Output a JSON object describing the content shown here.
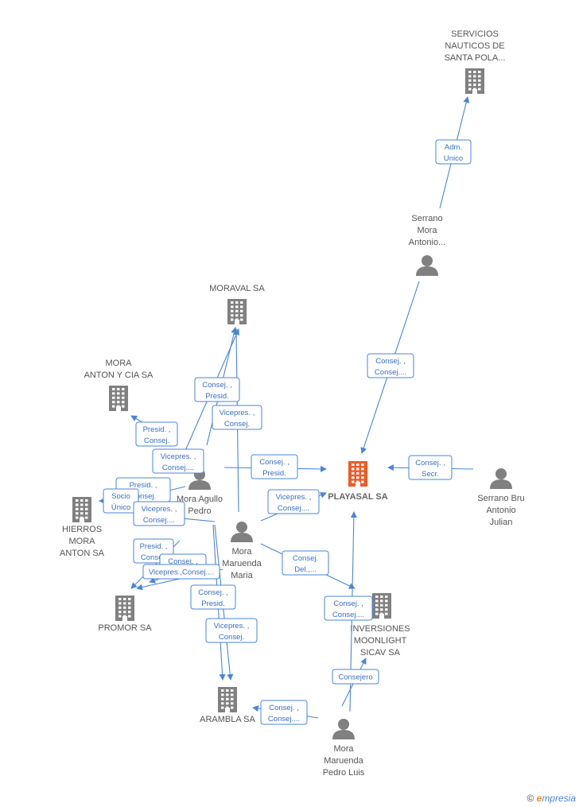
{
  "colors": {
    "edge": "#4a86d8",
    "company": "#808080",
    "main_company": "#f05a28",
    "person": "#808080"
  },
  "nodes": [
    {
      "id": "playasal",
      "type": "company",
      "main": true,
      "label": [
        "PLAYASAL SA"
      ]
    },
    {
      "id": "servicios",
      "type": "company",
      "label": [
        "SERVICIOS",
        "NAUTICOS DE",
        "SANTA POLA..."
      ]
    },
    {
      "id": "serrano_mora",
      "type": "person",
      "label": [
        "Serrano",
        "Mora",
        "Antonio..."
      ]
    },
    {
      "id": "moraval",
      "type": "company",
      "label": [
        "MORAVAL SA"
      ]
    },
    {
      "id": "mora_anton_cia",
      "type": "company",
      "label": [
        "MORA",
        "ANTON Y CIA SA"
      ]
    },
    {
      "id": "hierros",
      "type": "company",
      "label": [
        "HIERROS",
        "MORA",
        "ANTON SA"
      ]
    },
    {
      "id": "mora_agullo",
      "type": "person",
      "label": [
        "Mora Agullo",
        "Pedro"
      ]
    },
    {
      "id": "mora_maruenda_maria",
      "type": "person",
      "label": [
        "Mora",
        "Maruenda",
        "Maria"
      ]
    },
    {
      "id": "serrano_bru",
      "type": "person",
      "label": [
        "Serrano Bru",
        "Antonio",
        "Julian"
      ]
    },
    {
      "id": "promor",
      "type": "company",
      "label": [
        "PROMOR SA"
      ]
    },
    {
      "id": "inversiones",
      "type": "company",
      "label": [
        "INVERSIONES",
        "MOONLIGHT",
        "SICAV SA"
      ]
    },
    {
      "id": "arambla",
      "type": "company",
      "label": [
        "ARAMBLA SA"
      ]
    },
    {
      "id": "mora_maruenda_pedro",
      "type": "person",
      "label": [
        "Mora",
        "Maruenda",
        "Pedro Luis"
      ]
    }
  ],
  "edges": [
    {
      "label": [
        "Adm.",
        "Unico"
      ]
    },
    {
      "label": [
        "Consej. ,",
        "Consej...."
      ]
    },
    {
      "label": [
        "Consej. ,",
        "Secr."
      ]
    },
    {
      "label": [
        "Consej. ,",
        "Presid."
      ]
    },
    {
      "label": [
        "Vicepres. ,",
        "Consej...."
      ]
    },
    {
      "label": [
        "Consej. ,",
        "Presid."
      ]
    },
    {
      "label": [
        "Presid. ,",
        "Consej."
      ]
    },
    {
      "label": [
        "Vicepres. ,",
        "Consej...."
      ]
    },
    {
      "label": [
        "Presid. ,",
        "Consej."
      ]
    },
    {
      "label": [
        "Socio",
        "Único"
      ]
    },
    {
      "label": [
        "Vicepres. ,",
        "Consej...."
      ]
    },
    {
      "label": [
        "Vicepres. ,",
        "Consej."
      ]
    },
    {
      "label": [
        "Presid. ,",
        "Consej."
      ]
    },
    {
      "label": [
        "Consej. ,",
        "Consej."
      ]
    },
    {
      "label": [
        "Vicepres.,Consej...."
      ]
    },
    {
      "label": [
        "Consej.",
        "Del.,..."
      ]
    },
    {
      "label": [
        "Consej. ,",
        "Presid."
      ]
    },
    {
      "label": [
        "Consej. ,",
        "Consej...."
      ]
    },
    {
      "label": [
        "Vicepres. ,",
        "Consej."
      ]
    },
    {
      "label": [
        "Consejero"
      ]
    },
    {
      "label": [
        "Consej. ,",
        "Consej...."
      ]
    }
  ],
  "footer": {
    "copyright": "©",
    "brand_initial": "e",
    "brand_rest": "mpresia"
  }
}
